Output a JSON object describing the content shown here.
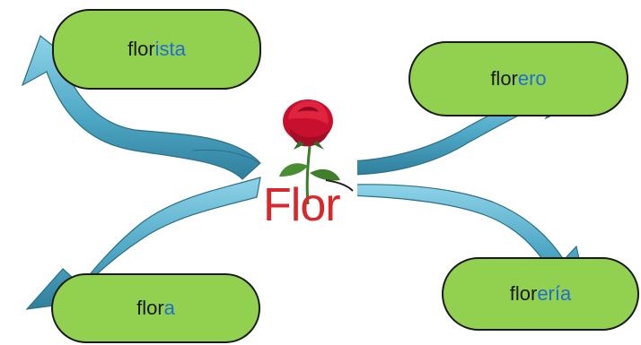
{
  "center": {
    "label": "Flor",
    "image": "rose-flower-icon"
  },
  "words": [
    {
      "id": "florista",
      "root": "flor",
      "suffix": "ista"
    },
    {
      "id": "florero",
      "root": "flor",
      "suffix": "ero"
    },
    {
      "id": "flora",
      "root": "flor",
      "suffix": "a"
    },
    {
      "id": "floreria",
      "root": "flor",
      "suffix": "ería"
    }
  ],
  "colors": {
    "box_fill": "#92d050",
    "box_border": "#1a1a1a",
    "root_text": "#1a1a1a",
    "suffix_text": "#1f6fd0",
    "arrow": "#5bb2cc",
    "center_text": "#d8282b"
  }
}
